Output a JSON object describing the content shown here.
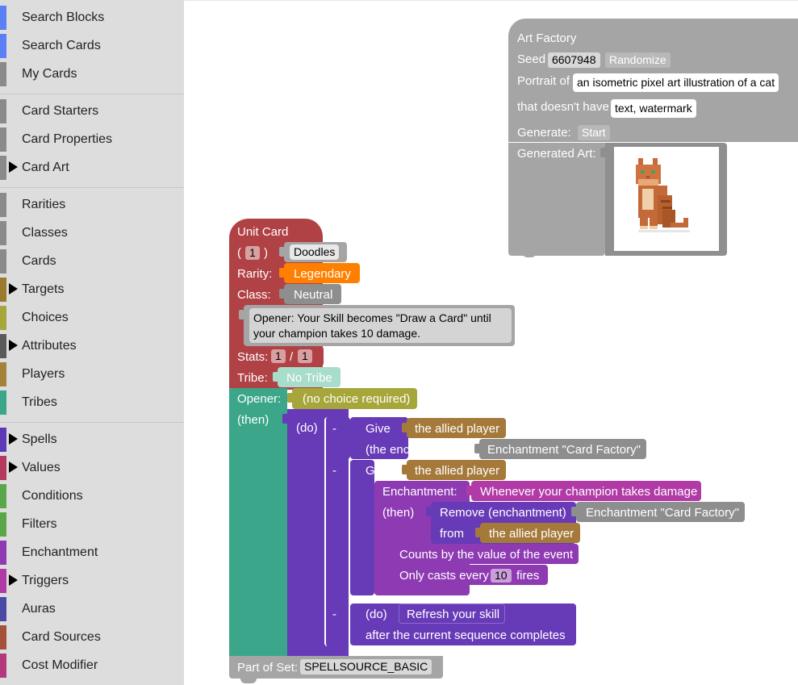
{
  "toolbox": {
    "categories": [
      {
        "label": "Search Blocks",
        "color": "#5b80f5",
        "arrow": false
      },
      {
        "label": "Search Cards",
        "color": "#5b80f5",
        "arrow": false
      },
      {
        "label": "My Cards",
        "color": "#8a8a8a",
        "arrow": false
      },
      {
        "label": "Card Starters",
        "color": "#8a8a8a",
        "arrow": false
      },
      {
        "label": "Card Properties",
        "color": "#8a8a8a",
        "arrow": false
      },
      {
        "label": "Card Art",
        "color": "#8a8a8a",
        "arrow": true
      },
      {
        "label": "Rarities",
        "color": "#8a8a8a",
        "arrow": false
      },
      {
        "label": "Classes",
        "color": "#8a8a8a",
        "arrow": false
      },
      {
        "label": "Cards",
        "color": "#8a8a8a",
        "arrow": false
      },
      {
        "label": "Targets",
        "color": "#9b7a2e",
        "arrow": true
      },
      {
        "label": "Choices",
        "color": "#a6a63a",
        "arrow": false
      },
      {
        "label": "Attributes",
        "color": "#5a5a5a",
        "arrow": true
      },
      {
        "label": "Players",
        "color": "#a5823a",
        "arrow": false
      },
      {
        "label": "Tribes",
        "color": "#3ba68a",
        "arrow": false
      },
      {
        "label": "Spells",
        "color": "#5c3ab7",
        "arrow": true
      },
      {
        "label": "Values",
        "color": "#b5395f",
        "arrow": true
      },
      {
        "label": "Conditions",
        "color": "#5aa64a",
        "arrow": false
      },
      {
        "label": "Filters",
        "color": "#5aa64a",
        "arrow": false
      },
      {
        "label": "Enchantment",
        "color": "#8e3ab2",
        "arrow": false
      },
      {
        "label": "Triggers",
        "color": "#b23aa6",
        "arrow": true
      },
      {
        "label": "Auras",
        "color": "#4a4aa6",
        "arrow": false
      },
      {
        "label": "Card Sources",
        "color": "#a6523a",
        "arrow": false
      },
      {
        "label": "Cost Modifier",
        "color": "#b23a7a",
        "arrow": false
      }
    ]
  },
  "art_factory": {
    "title": "Art Factory",
    "seed_label": "Seed",
    "seed_value": "6607948",
    "randomize_label": "Randomize",
    "portrait_label": "Portrait of",
    "portrait_value": "an isometric pixel art illustration of a cat",
    "negative_label": "that doesn't have",
    "negative_value": "text, watermark",
    "generate_label": "Generate:",
    "start_label": "Start",
    "generated_art_label": "Generated Art:"
  },
  "unit_card": {
    "title": "Unit Card",
    "cost_open": "(",
    "cost_value": "1",
    "cost_close": ")",
    "name": "Doodles",
    "rarity_label": "Rarity:",
    "rarity_value": "Legendary",
    "class_label": "Class:",
    "class_value": "Neutral",
    "description": "Opener: Your Skill becomes \"Draw a Card\" until your champion takes 10 damage.",
    "description_line1": "Opener: Your Skill becomes \"Draw a Card\" until",
    "description_line2": "your champion takes 10 damage.",
    "stats_label": "Stats:",
    "attack": "1",
    "stats_sep": "/",
    "hp": "1",
    "tribe_label": "Tribe:",
    "tribe_value": "No Tribe",
    "opener_label": "Opener:",
    "opener_choice": "(no choice required)",
    "then_label": "(then)",
    "do_label": "(do)",
    "dash": "-",
    "give1_label": "Give",
    "give1_target": "the allied player",
    "enchantment_label": "(the enchantment)",
    "enchantment_value": "Enchantment \"Card Factory\"",
    "give2_label": "Give",
    "give2_target": "the allied player",
    "ench_block_label": "Enchantment:",
    "ench_trigger": "Whenever your champion takes damage",
    "ench_then": "(then)",
    "remove_label": "Remove (enchantment)",
    "remove_value": "Enchantment \"Card Factory\"",
    "from_label": "from",
    "from_value": "the allied player",
    "counts_label": "Counts by the value of the event",
    "only_casts_pre": "Only casts every",
    "only_casts_value": "10",
    "only_casts_post": "fires",
    "do2_label": "(do)",
    "refresh_label": "Refresh your skill",
    "after_label": "after the current sequence completes",
    "set_label": "Part of Set:",
    "set_value": "SPELLSOURCE_BASIC"
  },
  "colors": {
    "card_red": "#b04145",
    "rarity_orange": "#ff8000",
    "tribe_teal": "#3ba68a",
    "spell_purple": "#673ab7",
    "player_brown": "#a5793a",
    "grey": "#a5a5a5",
    "enchant_purple": "#8e3ab2",
    "trigger_magenta": "#b23aa6",
    "choice_olive": "#a6a63a"
  }
}
